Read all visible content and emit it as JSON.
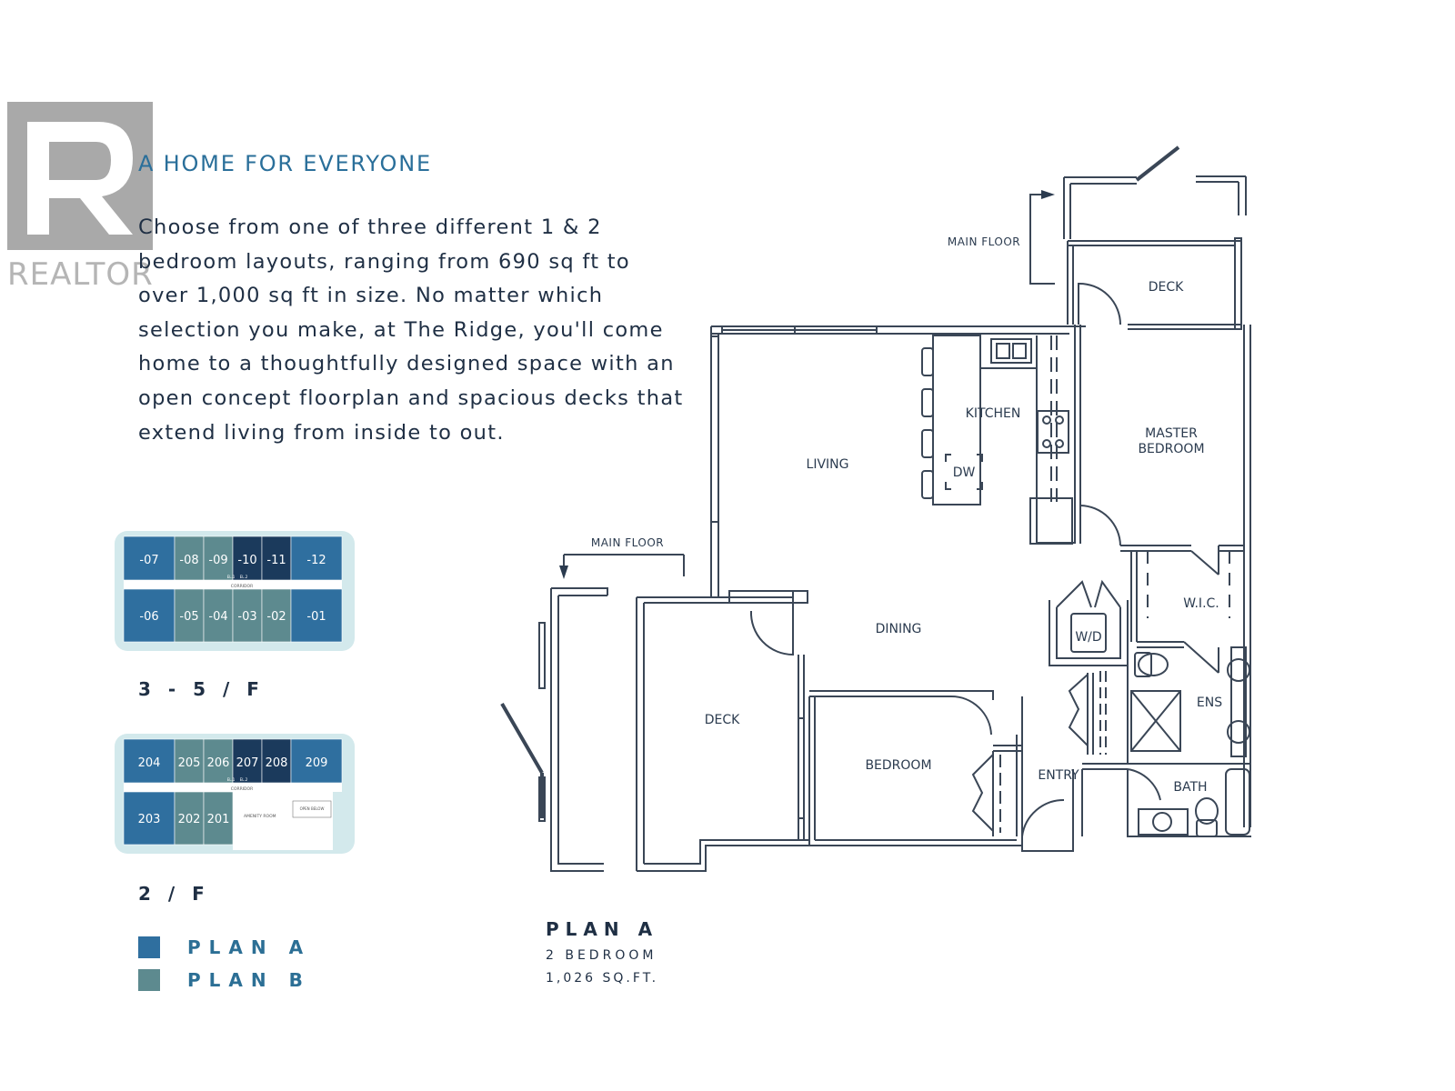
{
  "watermark": {
    "text": "REALTOR"
  },
  "heading": "A HOME FOR EVERYONE",
  "intro": "Choose from one of three different 1 & 2 bedroom layouts, ranging from 690 sq ft to over 1,000 sq ft in size. No matter which selection you make, at The Ridge, you'll come home to a thoughtfully designed space with an open concept floorplan and spacious decks that extend living from inside to out.",
  "keyplans": {
    "upper": {
      "label": "3 - 5 / F",
      "top_row": [
        {
          "label": "-07",
          "plan": "A"
        },
        {
          "label": "-08",
          "plan": "B"
        },
        {
          "label": "-09",
          "plan": "B"
        },
        {
          "label": "-10",
          "plan": "dark"
        },
        {
          "label": "-11",
          "plan": "dark"
        },
        {
          "label": "-12",
          "plan": "A"
        }
      ],
      "bottom_row": [
        {
          "label": "-06",
          "plan": "A"
        },
        {
          "label": "-05",
          "plan": "B"
        },
        {
          "label": "-04",
          "plan": "B"
        },
        {
          "label": "-03",
          "plan": "B"
        },
        {
          "label": "-02",
          "plan": "B"
        },
        {
          "label": "-01",
          "plan": "A"
        }
      ],
      "corridor": "CORRIDOR",
      "elevators": [
        "EL.1",
        "EL.2"
      ]
    },
    "lower": {
      "label": "2 / F",
      "top_row": [
        {
          "label": "204",
          "plan": "A"
        },
        {
          "label": "205",
          "plan": "B"
        },
        {
          "label": "206",
          "plan": "B"
        },
        {
          "label": "207",
          "plan": "dark"
        },
        {
          "label": "208",
          "plan": "dark"
        },
        {
          "label": "209",
          "plan": "A"
        }
      ],
      "bottom_row": [
        {
          "label": "203",
          "plan": "A"
        },
        {
          "label": "202",
          "plan": "B"
        },
        {
          "label": "201",
          "plan": "B"
        }
      ],
      "corridor": "CORRIDOR",
      "elevators": [
        "EL.1",
        "EL.2"
      ],
      "amenity": "AMENITY ROOM",
      "open_below": "OPEN BELOW"
    }
  },
  "legend": [
    {
      "label": "PLAN A",
      "color": "#2f6f9f"
    },
    {
      "label": "PLAN B",
      "color": "#5d8a8f"
    }
  ],
  "colors": {
    "plan_a": "#2f6f9f",
    "plan_b": "#5d8a8f",
    "dark": "#1b3a5c",
    "light_bg": "#d3e9ec"
  },
  "floorplan": {
    "rooms": {
      "deck_top": "DECK",
      "living": "LIVING",
      "kitchen": "KITCHEN",
      "dw": "DW",
      "master_1": "MASTER",
      "master_2": "BEDROOM",
      "wic": "W.I.C.",
      "wd": "W/D",
      "dining": "DINING",
      "ens": "ENS",
      "deck_left": "DECK",
      "bedroom": "BEDROOM",
      "entry": "ENTRY",
      "bath": "BATH"
    },
    "main_floor_labels": [
      "MAIN FLOOR",
      "MAIN FLOOR"
    ]
  },
  "plan": {
    "title": "PLAN A",
    "bedrooms": "2 BEDROOM",
    "area": "1,026 SQ.FT."
  }
}
